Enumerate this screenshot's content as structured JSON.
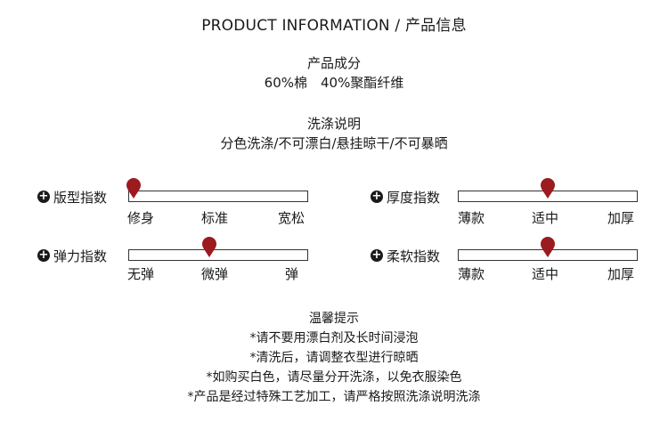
{
  "title": "PRODUCT INFORMATION  / 产品信息",
  "composition": {
    "heading": "产品成分",
    "value": "60%棉　40%聚酯纤维"
  },
  "washing": {
    "heading": "洗涤说明",
    "value": "分色洗涤/不可漂白/悬挂晾干/不可暴晒"
  },
  "scales": [
    {
      "label": "版型指数",
      "ticks": [
        "修身",
        "标准",
        "宽松"
      ],
      "level": 0.03
    },
    {
      "label": "厚度指数",
      "ticks": [
        "薄款",
        "适中",
        "加厚"
      ],
      "level": 0.5
    },
    {
      "label": "弹力指数",
      "ticks": [
        "无弹",
        "微弹",
        "弹"
      ],
      "level": 0.45
    },
    {
      "label": "柔软指数",
      "ticks": [
        "薄款",
        "适中",
        "加厚"
      ],
      "level": 0.5
    }
  ],
  "tips": {
    "heading": "温馨提示",
    "lines": [
      "*请不要用漂白剂及长时间浸泡",
      "*清洗后，请调整衣型进行晾晒",
      "*如购买白色，请尽量分开洗涤，以免衣服染色",
      "*产品是经过特殊工艺加工，请严格按照洗涤说明洗涤"
    ]
  },
  "colors": {
    "pin": "#9b1b1e",
    "text": "#1a1a1a"
  },
  "icons": {
    "plus": "plus-circle-icon",
    "marker": "map-pin-icon"
  }
}
